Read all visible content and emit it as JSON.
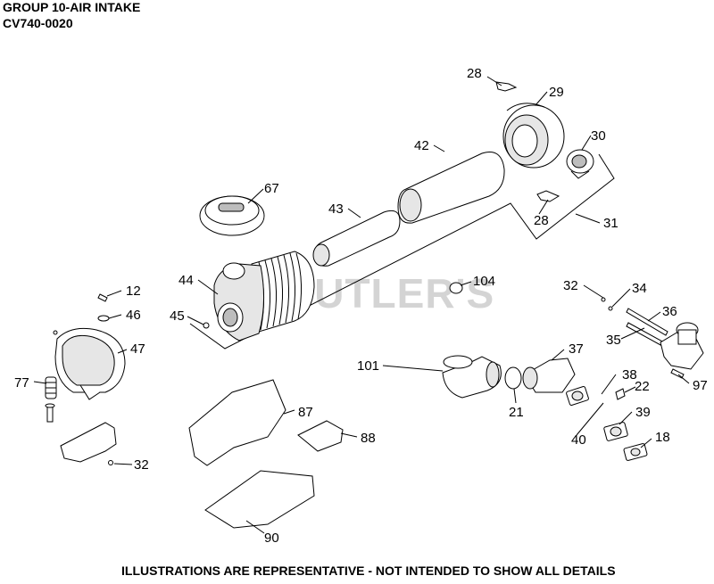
{
  "header": {
    "title": "GROUP 10-AIR INTAKE",
    "model": "CV740-0020"
  },
  "watermark": "BUTLER'S",
  "footer": "ILLUSTRATIONS ARE REPRESENTATIVE - NOT INTENDED TO SHOW ALL DETAILS",
  "callouts": {
    "c28a": "28",
    "c29": "29",
    "c30": "30",
    "c42": "42",
    "c67": "67",
    "c43": "43",
    "c28b": "28",
    "c31": "31",
    "c44": "44",
    "c104": "104",
    "c12": "12",
    "c46": "46",
    "c45": "45",
    "c47": "47",
    "c32a": "32",
    "c34": "34",
    "c36": "36",
    "c35": "35",
    "c77": "77",
    "c37": "37",
    "c101": "101",
    "c38": "38",
    "c22": "22",
    "c97": "97",
    "c21": "21",
    "c39": "39",
    "c87": "87",
    "c40": "40",
    "c18": "18",
    "c88": "88",
    "c32b": "32",
    "c90": "90"
  }
}
